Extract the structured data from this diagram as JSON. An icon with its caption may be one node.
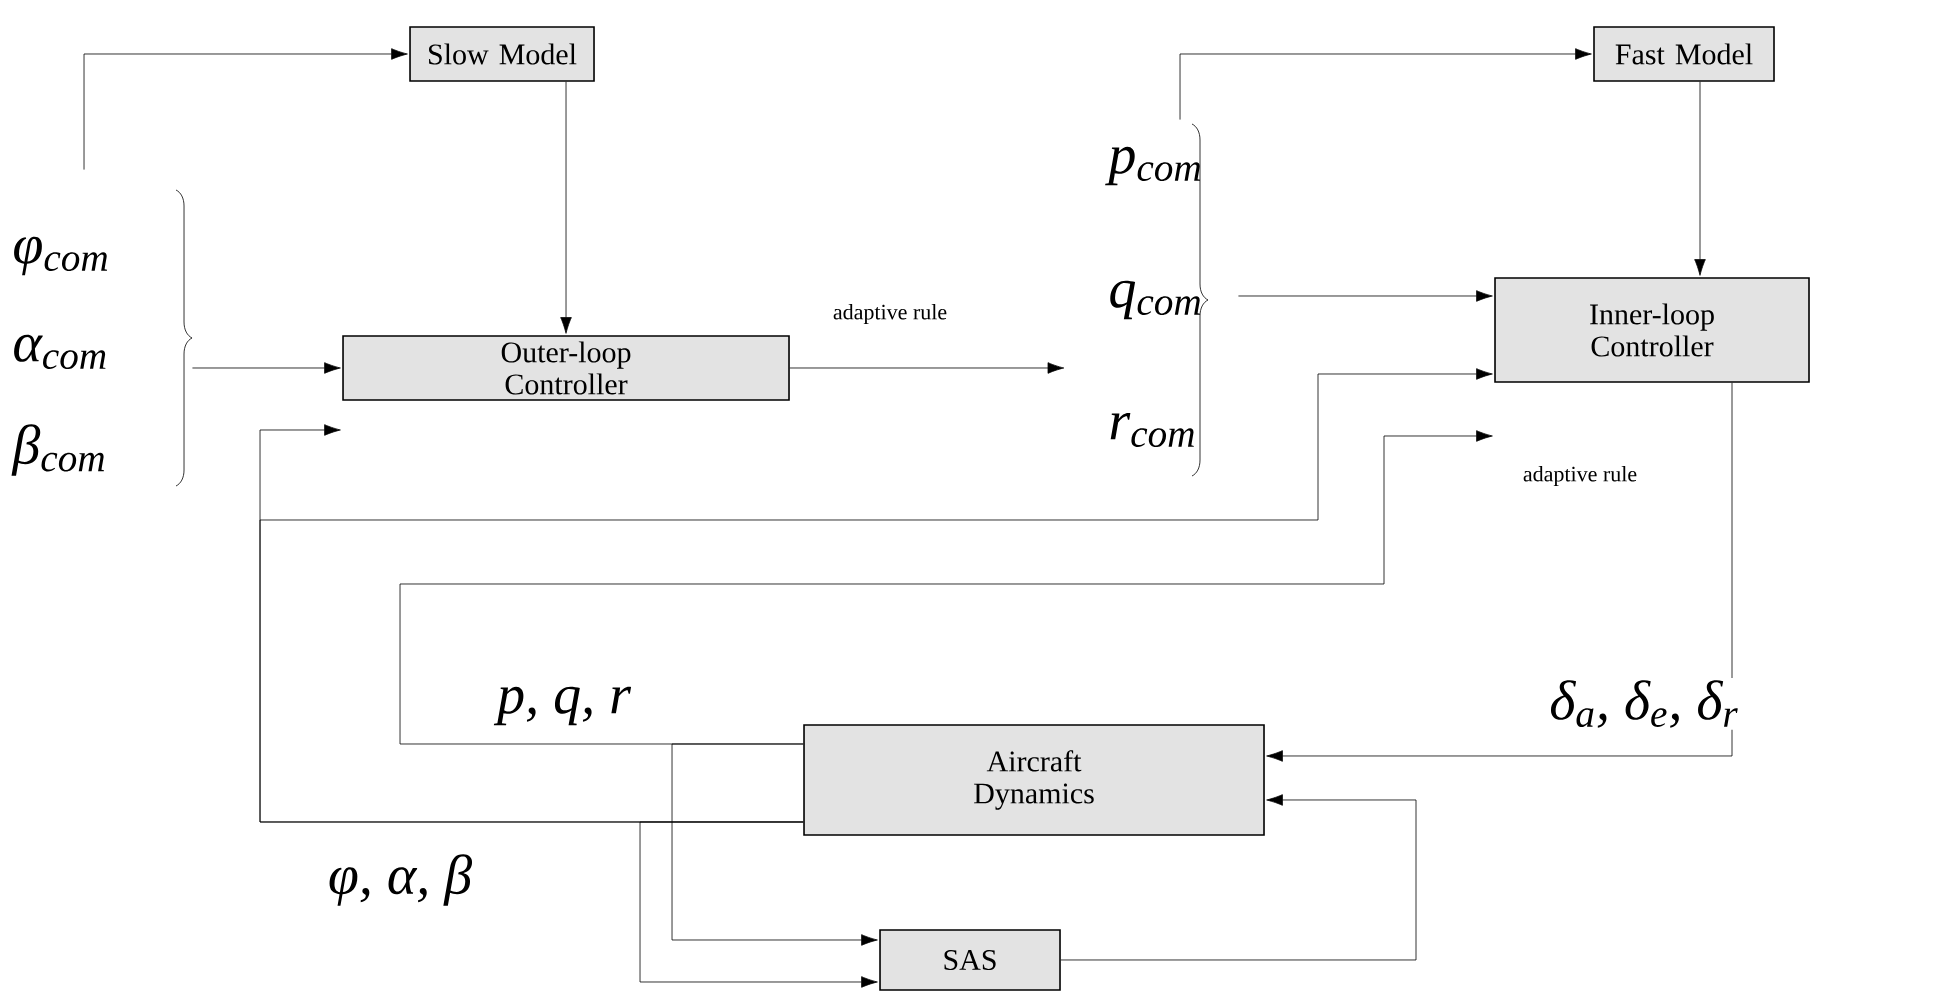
{
  "diagram": {
    "nodes": [
      {
        "text": [
          "Slow Model"
        ]
      },
      {
        "text": [
          "Fast Model"
        ]
      },
      {
        "text": [
          "φ$_{com}$",
          "α$_{com}$",
          "β$_{com}$"
        ]
      },
      {
        "text": [
          "Outer-loop Controller"
        ]
      },
      {
        "text": [
          "p$_{com}$",
          "q$_{com}$",
          "r$_{com}$"
        ]
      },
      {
        "text": [
          "Inner-loop Controller"
        ]
      },
      {
        "text": [
          "Aircraft Dynamics"
        ]
      },
      {
        "text": [
          "SAS"
        ]
      }
    ],
    "edges": [
      {
        "from": 2,
        "to": 0,
        "arrow": "to"
      },
      {
        "from": 2,
        "to": 3,
        "arrow": "to"
      },
      {
        "from": 0,
        "to": 3,
        "arrow": "to"
      },
      {
        "from": 3,
        "to": 4,
        "arrow": "to",
        "label": "adaptive rule"
      },
      {
        "from": 4,
        "to": 1,
        "arrow": "to"
      },
      {
        "from": 4,
        "to": 5,
        "arrow": "to"
      },
      {
        "from": 1,
        "to": 5,
        "arrow": "to"
      },
      {
        "from": 5,
        "to": 6,
        "arrow": "to",
        "label": "δ$_{a}$, δ$_{e}$, δ$_{r}$"
      },
      {
        "from": 6,
        "to": 3,
        "arrow": "to",
        "label": "φ, α, β"
      },
      {
        "from": 6,
        "to": 5,
        "arrow": "to"
      },
      {
        "from": 6,
        "to": 5,
        "arrow": "to",
        "label": "p, q, r"
      },
      {
        "from": 6,
        "to": 7,
        "arrow": "to"
      },
      {
        "from": 6,
        "to": 7,
        "arrow": "to"
      },
      {
        "from": 7,
        "to": 6,
        "arrow": "to"
      }
    ],
    "labels": [
      "adaptive rule"
    ]
  }
}
